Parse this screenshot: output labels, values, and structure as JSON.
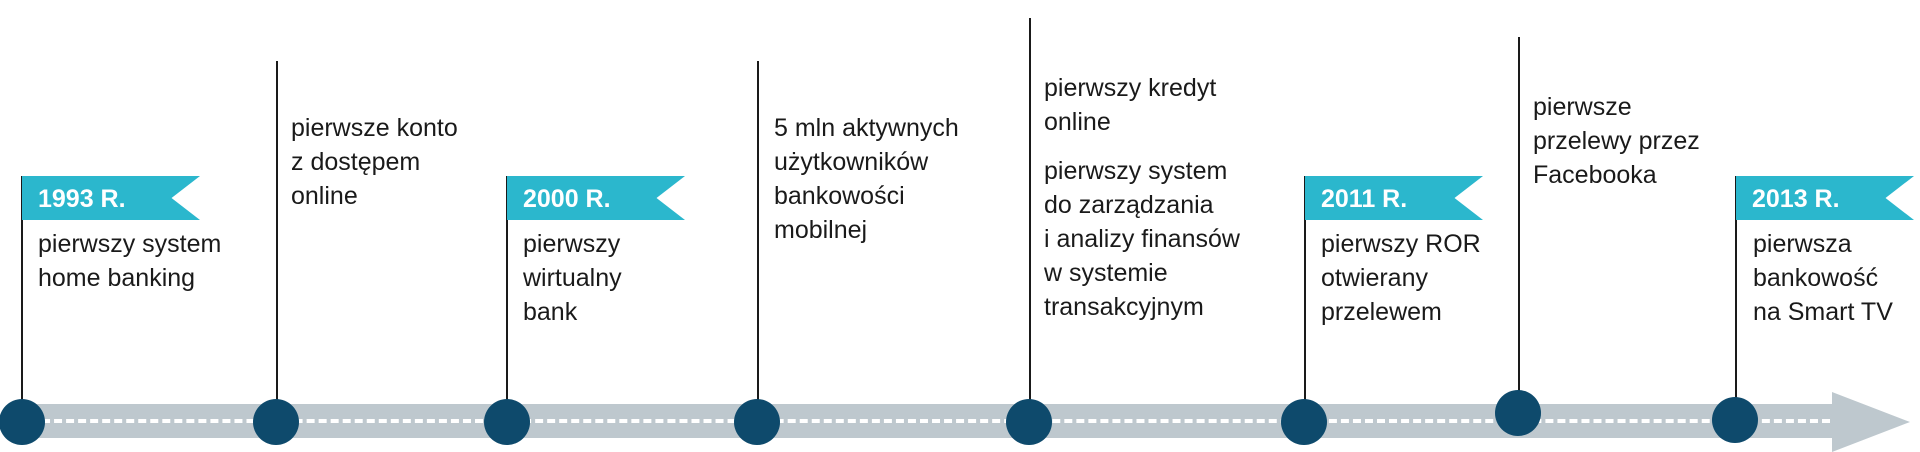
{
  "timeline": [
    {
      "year": "1993 R.",
      "text": "pierwszy system\nhome banking"
    },
    {
      "text": "pierwsze konto\nz dostępem\nonline"
    },
    {
      "year": "2000 R.",
      "text": "pierwszy\nwirtualny\nbank"
    },
    {
      "text": "5 mln aktywnych\nużytkowników\nbankowości\nmobilnej"
    },
    {
      "text": "pierwszy kredyt\nonline",
      "text2": "pierwszy system\ndo zarządzania\ni analizy finansów\nw systemie\ntransakcyjnym"
    },
    {
      "year": "2011 R.",
      "text": "pierwszy ROR\notwierany\nprzelewem"
    },
    {
      "text": "pierwsze\nprzelewy przez\nFacebooka"
    },
    {
      "year": "2013 R.",
      "text": "pierwsza\nbankowość\nna Smart TV"
    }
  ],
  "colors": {
    "flag": "#2bb7cd",
    "dot": "#0e4a6c",
    "road": "#bec8ce"
  }
}
